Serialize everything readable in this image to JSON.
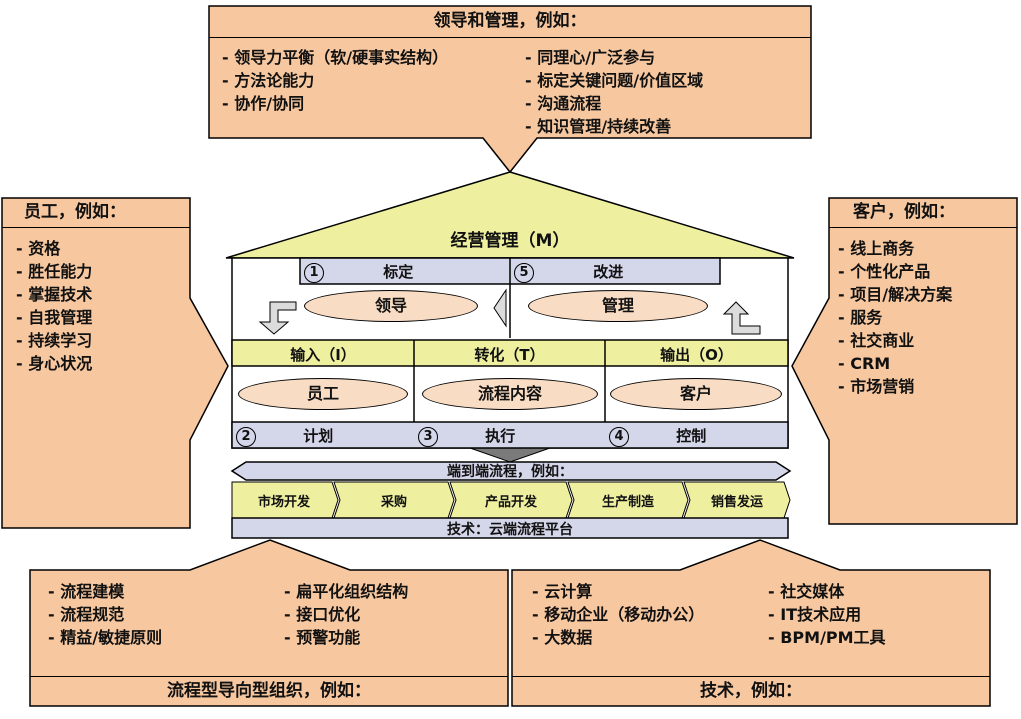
{
  "top": {
    "header": "领导和管理，例如：",
    "left_items": [
      "领导力平衡（软/硬事实结构）",
      "方法论能力",
      "协作/协同"
    ],
    "right_items": [
      "同理心/广泛参与",
      "标定关键问题/价值区域",
      "沟通流程",
      "知识管理/持续改善"
    ]
  },
  "left": {
    "header": "员工，例如：",
    "items": [
      "资格",
      "胜任能力",
      "掌握技术",
      "自我管理",
      "持续学习",
      "身心状况"
    ]
  },
  "right": {
    "header": "客户，例如：",
    "items": [
      "线上商务",
      "个性化产品",
      "项目/解决方案",
      "服务",
      "社交商业",
      "CRM",
      "市场营销"
    ]
  },
  "house": {
    "roof_title": "经营管理（M）",
    "step1_num": "1",
    "step1": "标定",
    "step5_num": "5",
    "step5": "改进",
    "lead": "领导",
    "manage": "管理",
    "col_input": "输入（I）",
    "col_transform": "转化（T）",
    "col_output": "输出（O）",
    "oval_staff": "员工",
    "oval_process": "流程内容",
    "oval_customer": "客户",
    "step2_num": "2",
    "step2": "计划",
    "step3_num": "3",
    "step3": "执行",
    "step4_num": "4",
    "step4": "控制"
  },
  "e2e": {
    "title": "端到端流程，例如：",
    "steps": [
      "市场开发",
      "采购",
      "产品开发",
      "生产制造",
      "销售发运"
    ],
    "tech": "技术：云端流程平台"
  },
  "bottom_left": {
    "col1": [
      "流程建模",
      "流程规范",
      "精益/敏捷原则"
    ],
    "col2": [
      "扁平化组织结构",
      "接口优化",
      "预警功能"
    ],
    "footer": "流程型导向型组织，例如："
  },
  "bottom_right": {
    "col1": [
      "云计算",
      "移动企业（移动办公）",
      "大数据"
    ],
    "col2": [
      "社交媒体",
      "IT技术应用",
      "BPM/PM工具"
    ],
    "footer": "技术，例如："
  },
  "colors": {
    "orange": "#f7c8a0",
    "oval": "#f9dcc4",
    "yellow": "#eef0a0",
    "lavender": "#d4d6ea",
    "arrow_gray": "#dcdcdc"
  }
}
